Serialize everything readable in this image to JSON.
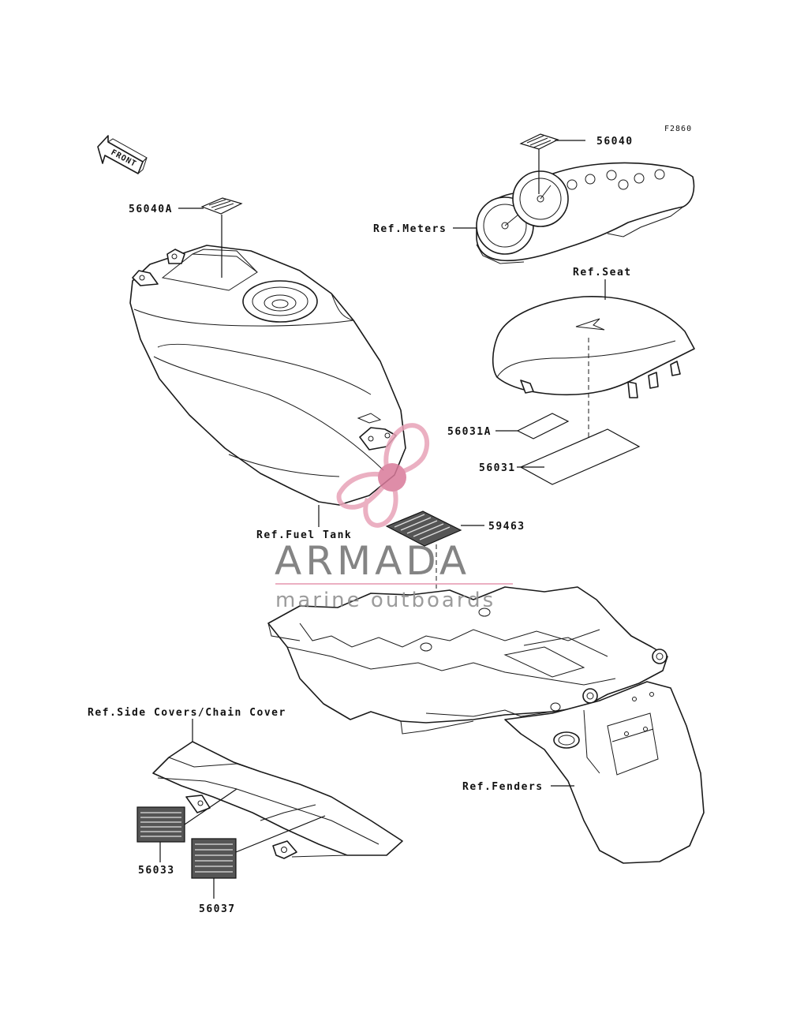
{
  "diagram_code": "F2860",
  "front_label": "FRONT",
  "parts": {
    "p56040": "56040",
    "p56040A": "56040A",
    "p56031A": "56031A",
    "p56031": "56031",
    "p59463": "59463",
    "p56033": "56033",
    "p56037": "56037"
  },
  "refs": {
    "meters": "Ref.Meters",
    "seat": "Ref.Seat",
    "fuel_tank": "Ref.Fuel Tank",
    "side_covers": "Ref.Side Covers/Chain Cover",
    "fenders": "Ref.Fenders"
  },
  "watermark": {
    "title": "ARMADA",
    "subtitle": "marine outboards",
    "accent_color": "#e8a3b8",
    "text_color": "#6f6f6f"
  }
}
